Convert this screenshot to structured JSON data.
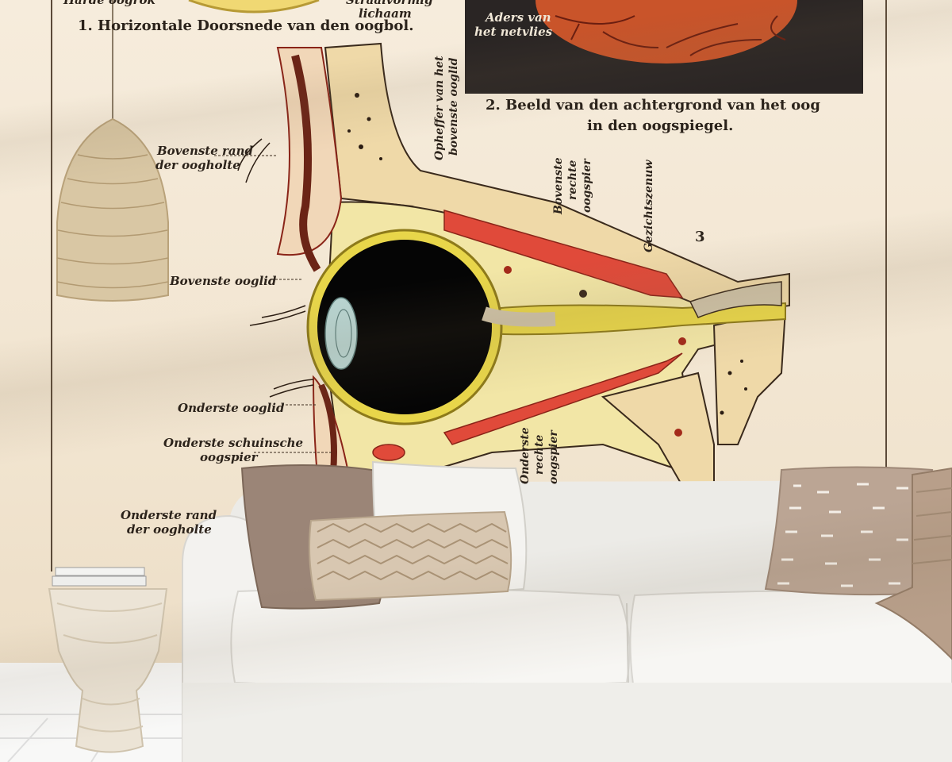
{
  "poster": {
    "caption_1": "1. Horizontale Doorsnede van den oogbol.",
    "caption_2_line1": "2. Beeld van den achtergrond van het oog",
    "caption_2_line2": "in den oogspiegel.",
    "figure_3_number": "3",
    "label_harde_oogrok": "Harde oogrok",
    "label_straalvormig_line1": "Straalvormig",
    "label_straalvormig_line2": "lichaam",
    "label_aders_line1": "Aders van",
    "label_aders_line2": "het netvlies",
    "label_bovenste_rand_line1": "Bovenste rand",
    "label_bovenste_rand_line2": "der oogholte",
    "label_bovenste_ooglid": "Bovenste ooglid",
    "label_onderste_ooglid": "Onderste ooglid",
    "label_onderste_schuinsche_line1": "Onderste schuinsche",
    "label_onderste_schuinsche_line2": "oogspier",
    "label_onderste_rand_line1": "Onderste rand",
    "label_onderste_rand_line2": "der oogholte",
    "label_opheffer_line1": "Opheffer van het",
    "label_opheffer_line2": "bovenste ooglid",
    "label_bovenste_rechte_line1": "Bovenste",
    "label_bovenste_rechte_line2": "rechte",
    "label_bovenste_rechte_line3": "oogspier",
    "label_gezichtszenuw": "Gezichtszenuw",
    "label_onderste_rechte_line1": "Onderste",
    "label_onderste_rechte_line2": "rechte",
    "label_onderste_rechte_line3": "oogspier"
  },
  "colors": {
    "wall": "#f4e9d8",
    "sclera_yellow": "#e8d64a",
    "muscle_red": "#e04a3a",
    "bone": "#efd9a8",
    "fundus_orange": "#c9542a",
    "sofa_white": "#f3f1ee"
  },
  "objects": [
    "pendant-lamp",
    "side-table",
    "sofa",
    "cushion-brown",
    "cushion-white",
    "cushion-chevron",
    "cushion-right",
    "throw-blanket"
  ]
}
